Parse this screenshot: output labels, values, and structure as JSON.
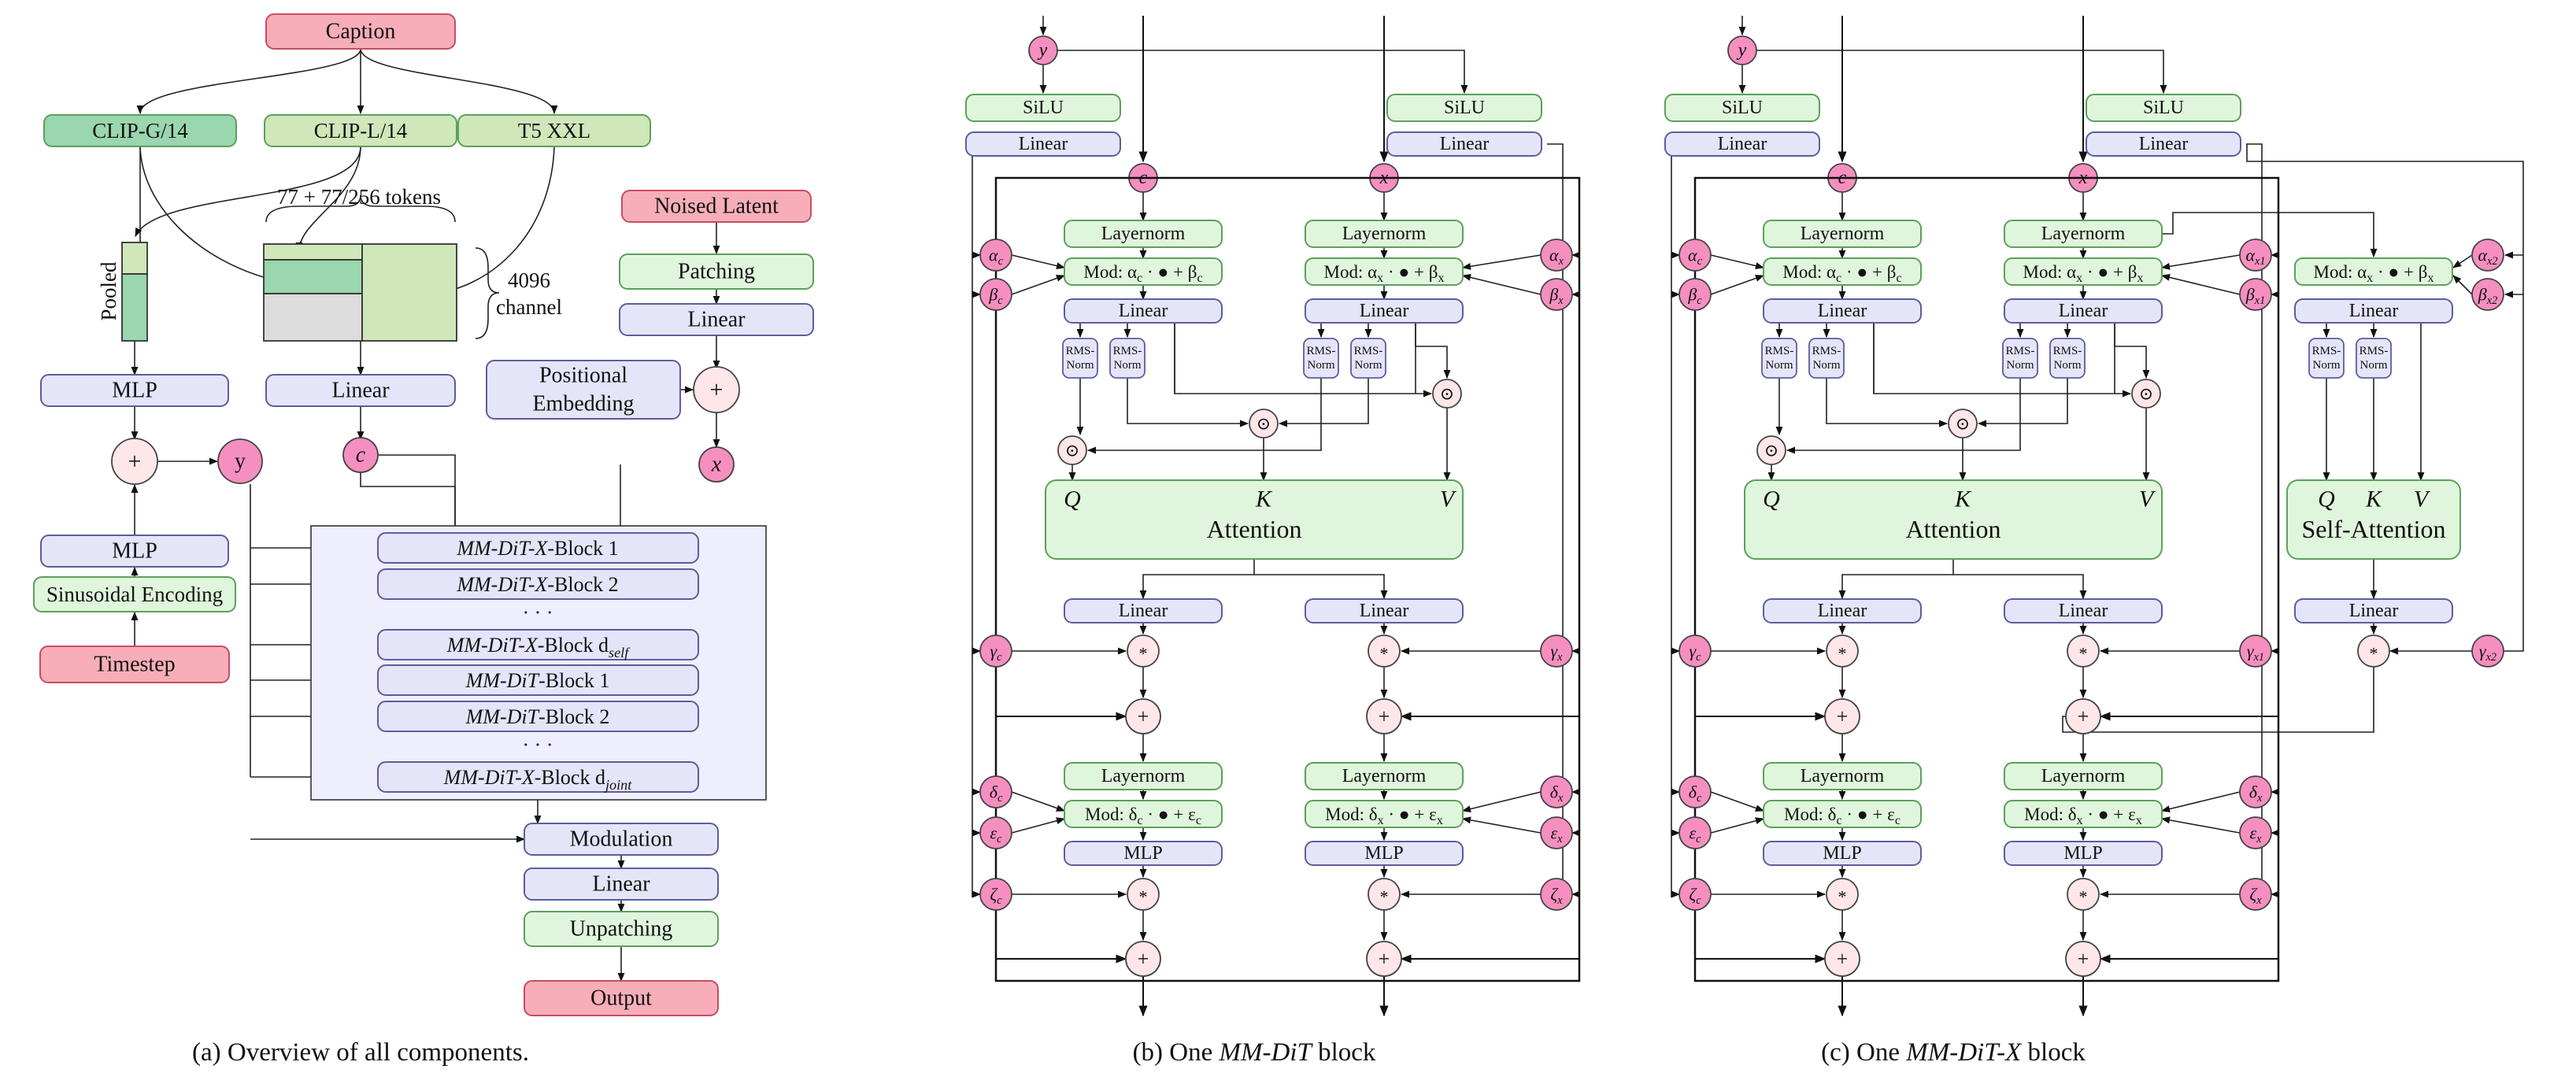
{
  "colors": {
    "pink": "#f7aeb9",
    "pink_stroke": "#c64d63",
    "green": "#e0f6dc",
    "green_stroke": "#5ca05a",
    "green_dark": "#9ad6ae",
    "green_mid": "#cfe7b9",
    "lavender": "#e5e5fa",
    "lavender_stroke": "#5d5d9c",
    "circle_pink": "#ffe6e8",
    "var_pink": "#f58fc0",
    "panel_bg": "#eeeefc",
    "gray": "#dcdcdc"
  },
  "panel_a": {
    "caption": "(a) Overview of all components.",
    "input_caption": "Caption",
    "encoder_clip_g": "CLIP-G/14",
    "encoder_clip_l": "CLIP-L/14",
    "encoder_t5": "T5 XXL",
    "tokens_label": "77 + 77/256 tokens",
    "channel_count": "4096",
    "channel_label": "channel",
    "pooled_label": "Pooled",
    "mlp_top": "MLP",
    "linear_text": "Linear",
    "c_var": "c",
    "y_var": "y",
    "x_var": "x",
    "plus": "+",
    "mlp_bottom": "MLP",
    "sinusoidal": "Sinusoidal Encoding",
    "timestep": "Timestep",
    "noised_latent": "Noised Latent",
    "patching": "Patching",
    "linear_in": "Linear",
    "pos_embed_line1": "Positional",
    "pos_embed_line2": "Embedding",
    "blocks": [
      {
        "name": "MM-DiT-X",
        "suffix": "-Block 1",
        "sub": ""
      },
      {
        "name": "MM-DiT-X",
        "suffix": "-Block 2",
        "sub": ""
      },
      {
        "name": "",
        "suffix": "· · ·",
        "sub": ""
      },
      {
        "name": "MM-DiT-X",
        "suffix": "-Block d",
        "sub": "self"
      },
      {
        "name": "MM-DiT",
        "suffix": "-Block 1",
        "sub": ""
      },
      {
        "name": "MM-DiT",
        "suffix": "-Block 2",
        "sub": ""
      },
      {
        "name": "",
        "suffix": "· · ·",
        "sub": ""
      },
      {
        "name": "MM-DiT-X",
        "suffix": "-Block d",
        "sub": "joint"
      }
    ],
    "modulation": "Modulation",
    "linear_out": "Linear",
    "unpatching": "Unpatching",
    "output": "Output"
  },
  "panel_b": {
    "caption_prefix": "(b) One ",
    "caption_italic": "MM-DiT",
    "caption_suffix": " block"
  },
  "panel_c": {
    "caption_prefix": "(c) One ",
    "caption_italic": "MM-DiT-X",
    "caption_suffix": " block",
    "mod_x2": "Mod: α",
    "linear": "Linear",
    "q": "Q",
    "k": "K",
    "v": "V",
    "self_attention": "Self-Attention",
    "alpha_x2": "α",
    "beta_x2": "β",
    "gamma_x2": "γ"
  },
  "block": {
    "y": "y",
    "silu": "SiLU",
    "linear": "Linear",
    "c": "c",
    "x": "x",
    "layernorm": "Layernorm",
    "rms_norm_1": "RMS-",
    "rms_norm_2": "Norm",
    "odot": "⊙",
    "q": "Q",
    "k": "K",
    "v": "V",
    "attention": "Attention",
    "times": "*",
    "plus": "+",
    "mlp": "MLP",
    "mod_c1": "Mod: α",
    "mod_x1": "Mod: α",
    "mod_c2": "Mod: δ",
    "mod_x2": "Mod: δ",
    "var_alpha": "α",
    "var_beta": "β",
    "var_gamma": "γ",
    "var_delta": "δ",
    "var_eps": "ε",
    "var_zeta": "ζ"
  }
}
